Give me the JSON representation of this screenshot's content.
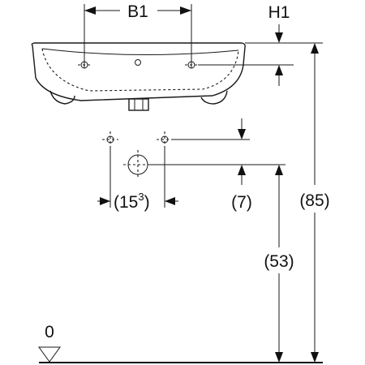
{
  "labels": {
    "b1": "B1",
    "h1": "H1",
    "overall_height": "(85)",
    "outlet_height": "(53)",
    "outlet_offset": "(7)",
    "tap_spacing_main": "(15",
    "tap_spacing_sup": "3",
    "tap_spacing_close": ")",
    "floor_level": "0"
  }
}
